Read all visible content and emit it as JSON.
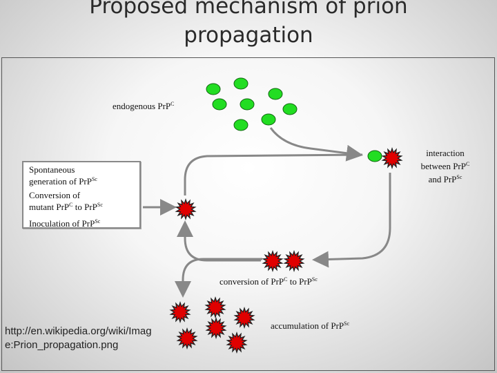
{
  "slide": {
    "title_line1": "Proposed mechanism of prion",
    "title_line2": "propagation",
    "source_url": "http://en.wikipedia.org/wiki/Image:Prion_propagation.png"
  },
  "diagram": {
    "endogenous": {
      "text": "endogenous PrP",
      "sup": "C"
    },
    "interaction": {
      "line1": "interaction",
      "line2_text": "between PrP",
      "line2_sup": "C",
      "line3_text": "and PrP",
      "line3_sup": "Sc"
    },
    "sources": [
      {
        "line1": "Spontaneous",
        "line2_text": "generation of PrP",
        "line2_sup": "Sc"
      },
      {
        "line1_text": "Conversion of",
        "line2_text": "mutant PrP",
        "line2_sup1": "C",
        "line2_mid": " to PrP",
        "line2_sup2": "Sc"
      },
      {
        "line1_text": "Inoculation of PrP",
        "line1_sup": "Sc"
      }
    ],
    "conversion": {
      "text1": "conversion of PrP",
      "sup1": "C",
      "text2": " to PrP",
      "sup2": "Sc"
    },
    "accumulation": {
      "text": "accumulation of PrP",
      "sup": "Sc"
    }
  },
  "colors": {
    "normal_prion": "#22dd22",
    "misfolded_prion": "#e00000",
    "arrow": "#888888",
    "box_border": "#888888"
  }
}
